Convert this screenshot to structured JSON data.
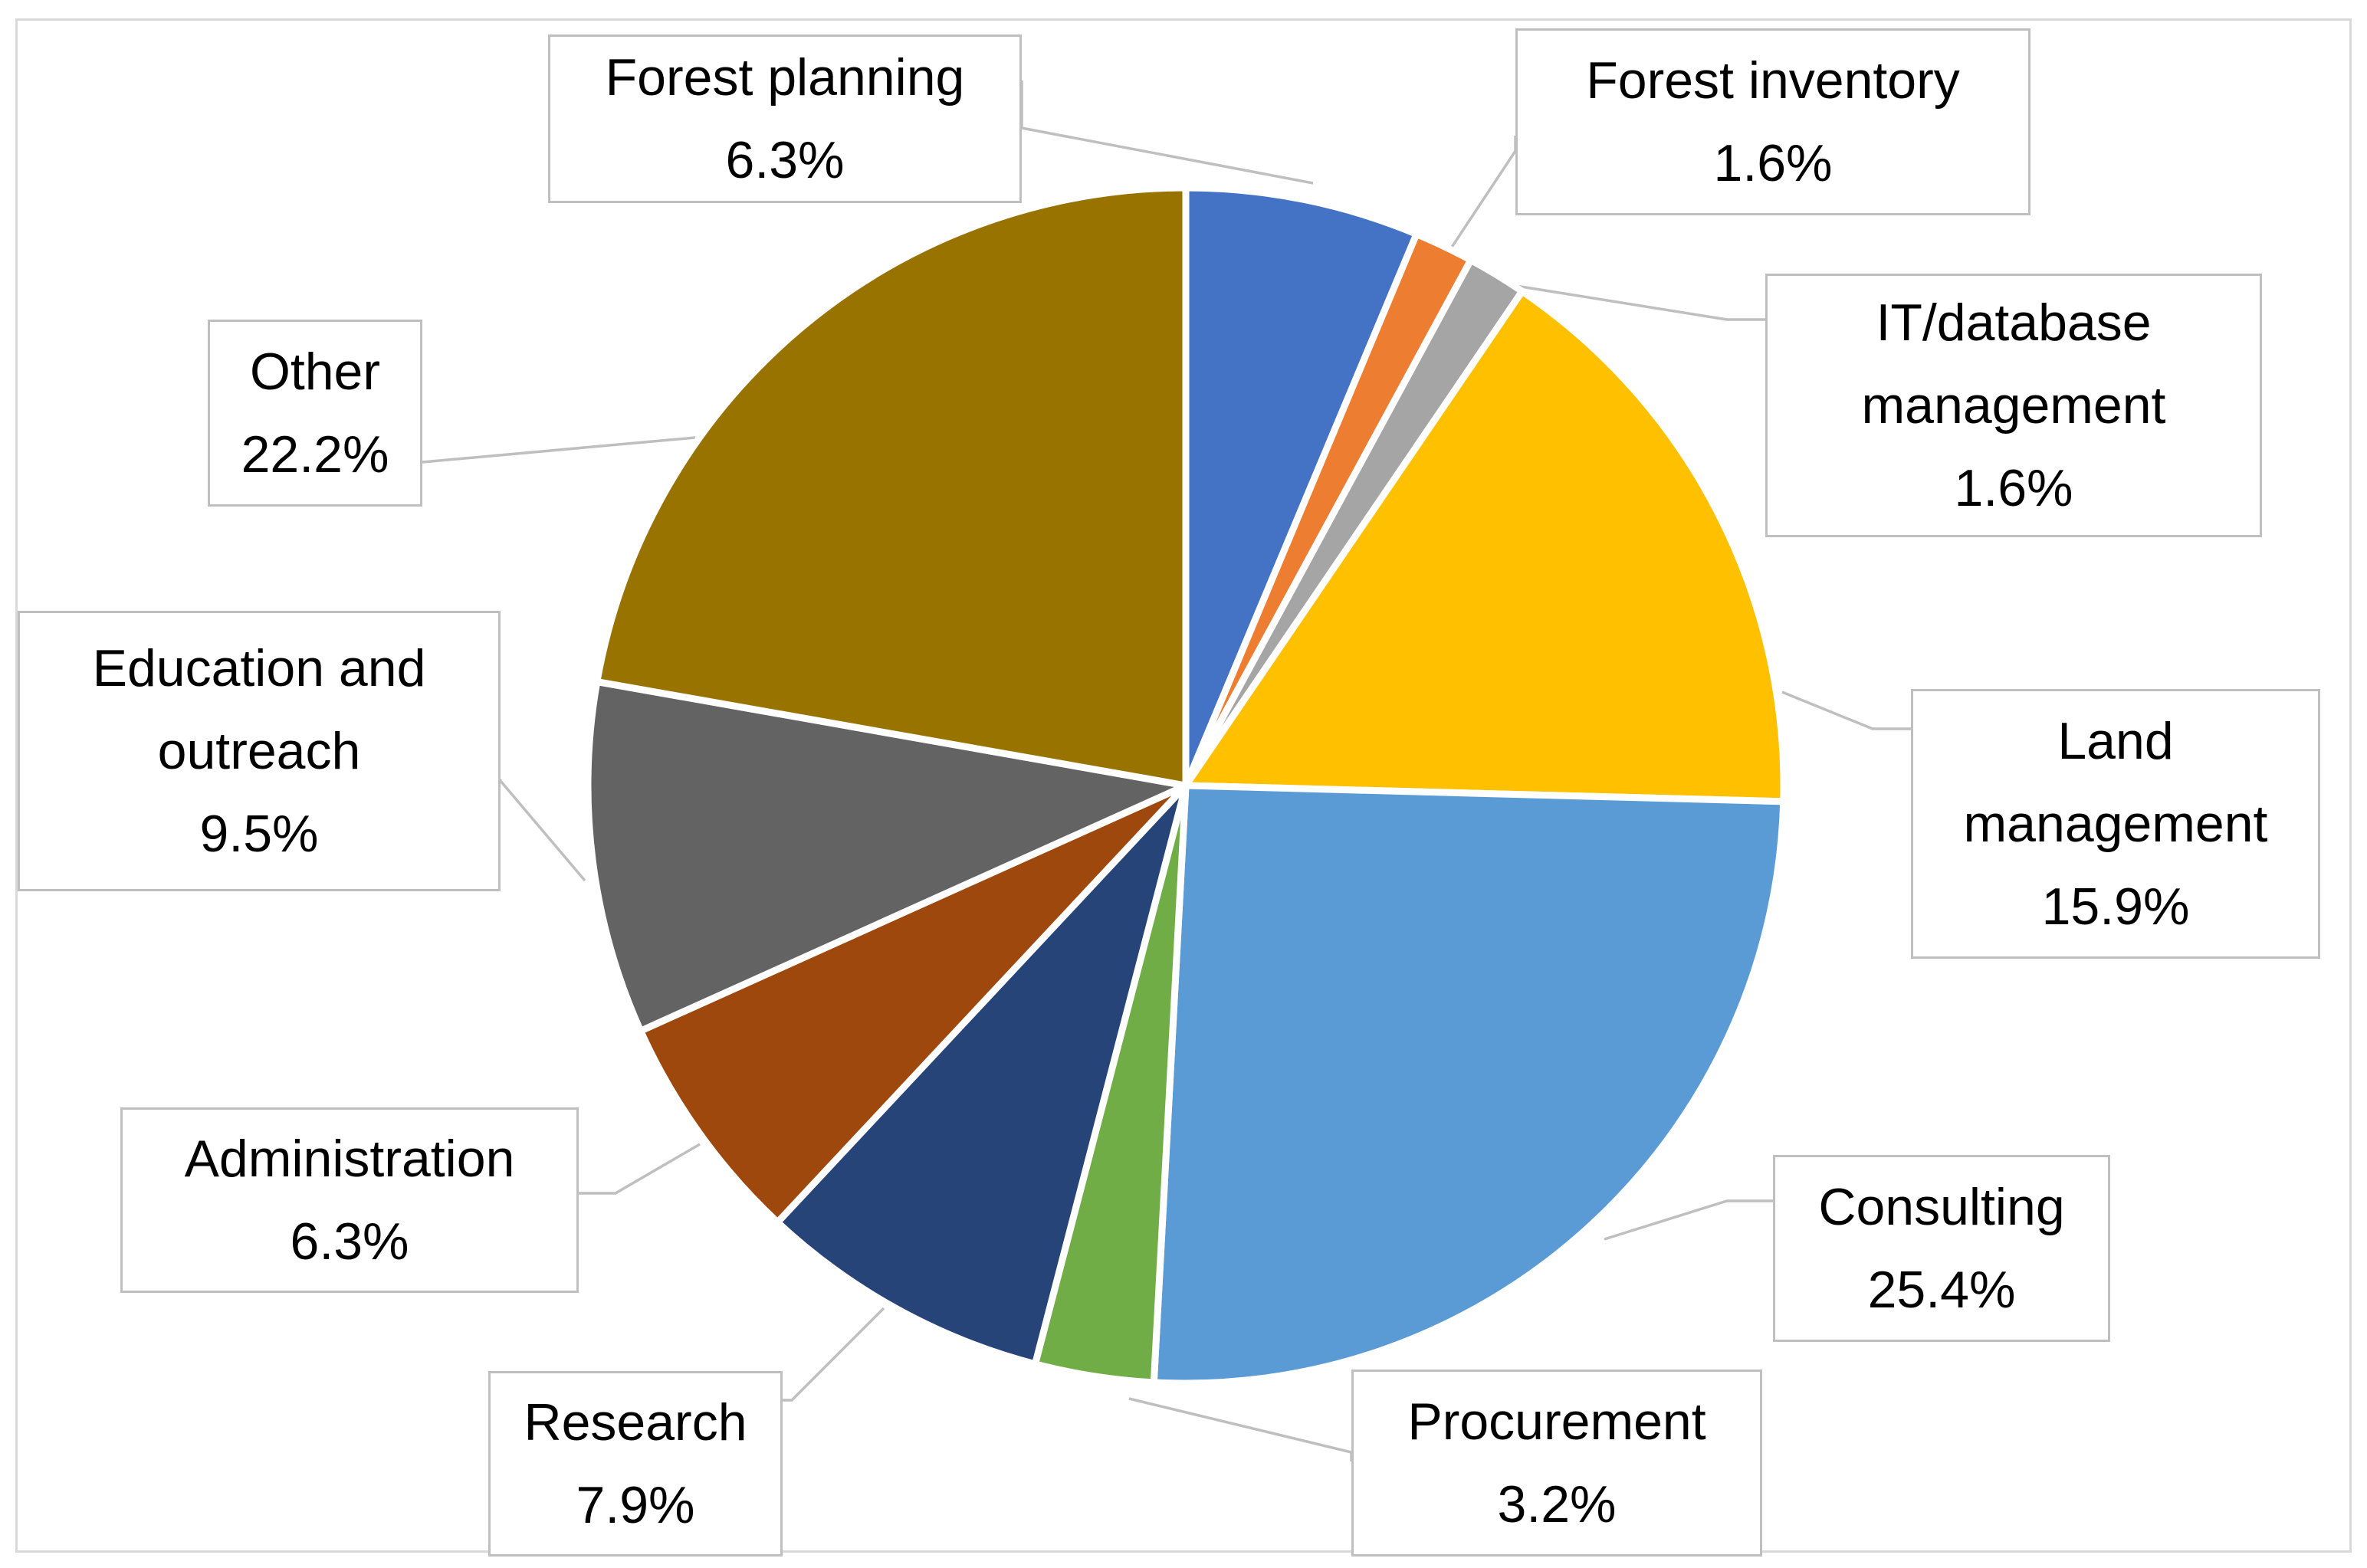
{
  "chart_data": {
    "type": "pie",
    "title": "",
    "start_angle_deg": 0,
    "direction": "clockwise",
    "legend": "none",
    "slices": [
      {
        "label": "Forest planning",
        "value": 6.3,
        "display": "6.3%",
        "color": "#4472c4"
      },
      {
        "label": "Forest inventory",
        "value": 1.6,
        "display": "1.6%",
        "color": "#ed7d31"
      },
      {
        "label": "IT/database management",
        "value": 1.6,
        "display": "1.6%",
        "color": "#a5a5a5"
      },
      {
        "label": "Land management",
        "value": 15.9,
        "display": "15.9%",
        "color": "#ffc000"
      },
      {
        "label": "Consulting",
        "value": 25.4,
        "display": "25.4%",
        "color": "#5b9bd5"
      },
      {
        "label": "Procurement",
        "value": 3.2,
        "display": "3.2%",
        "color": "#70ad47"
      },
      {
        "label": "Research",
        "value": 7.9,
        "display": "7.9%",
        "color": "#264478"
      },
      {
        "label": "Administration",
        "value": 6.3,
        "display": "6.3%",
        "color": "#9e480e"
      },
      {
        "label": "Education and outreach",
        "value": 9.5,
        "display": "9.5%",
        "color": "#636363"
      },
      {
        "label": "Other",
        "value": 22.2,
        "display": "22.2%",
        "color": "#997300"
      }
    ]
  }
}
